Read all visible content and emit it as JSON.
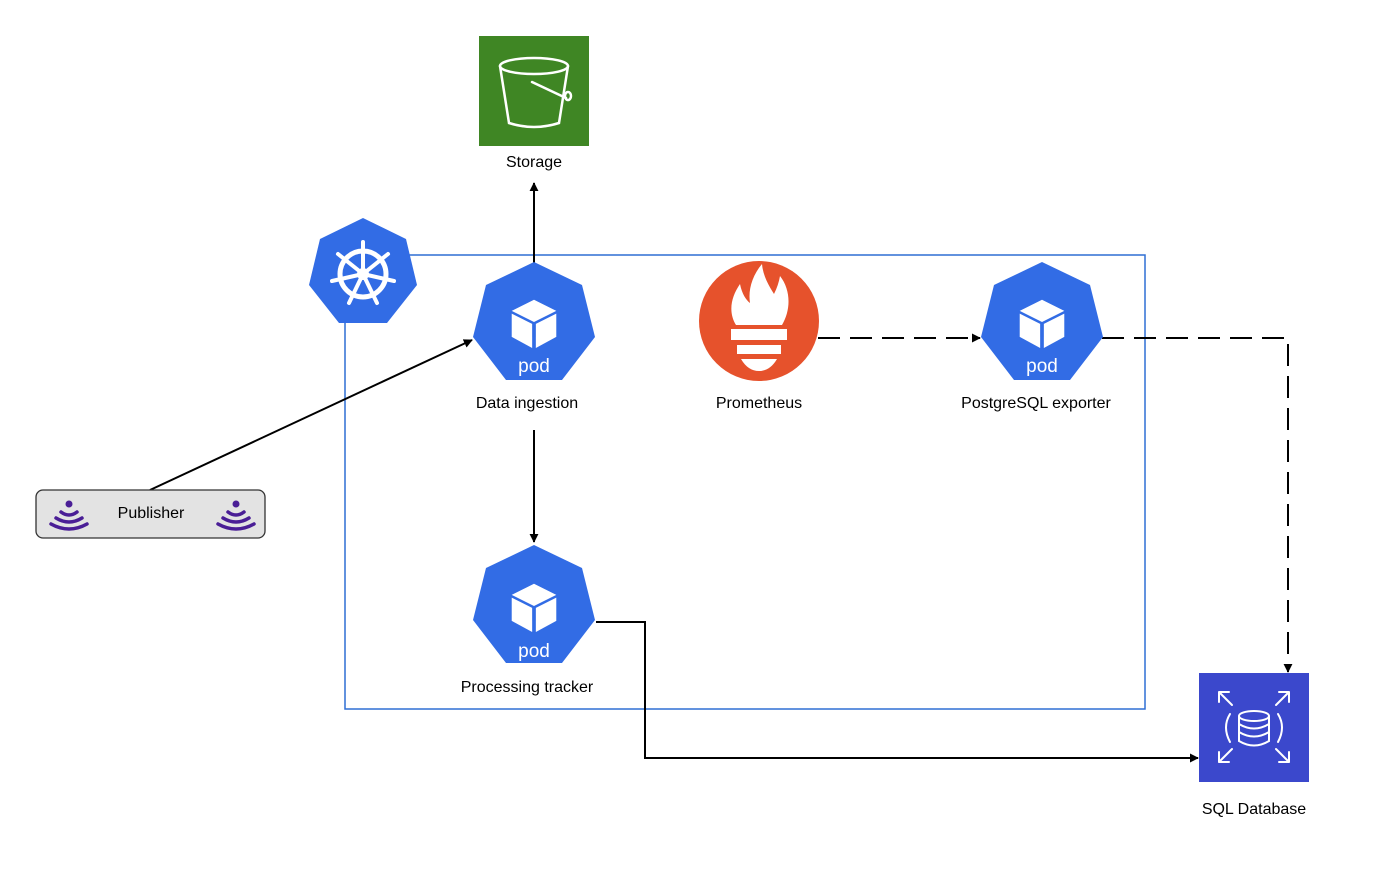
{
  "nodes": {
    "storage": {
      "label": "Storage",
      "icon": "bucket-icon",
      "color": "#3F8624"
    },
    "data_ingestion": {
      "label": "Data ingestion",
      "badge": "pod",
      "icon": "pod-cube-icon",
      "color": "#326CE5"
    },
    "prometheus": {
      "label": "Prometheus",
      "icon": "prometheus-torch-icon",
      "color": "#E6522C"
    },
    "postgresql_exporter": {
      "label": "PostgreSQL exporter",
      "badge": "pod",
      "icon": "pod-cube-icon",
      "color": "#326CE5"
    },
    "processing_tracker": {
      "label": "Processing tracker",
      "badge": "pod",
      "icon": "pod-cube-icon",
      "color": "#326CE5"
    },
    "publisher": {
      "label": "Publisher",
      "icon": "broadcast-icon",
      "color": "#4A1E96"
    },
    "sql_database": {
      "label": "SQL Database",
      "icon": "database-icon",
      "color": "#3B48CC"
    },
    "kubernetes": {
      "icon": "kubernetes-helm-icon",
      "color": "#326CE5"
    }
  },
  "cluster": {
    "border_color": "#2F6FD4"
  },
  "edges": [
    {
      "from": "publisher",
      "to": "data_ingestion",
      "style": "solid"
    },
    {
      "from": "data_ingestion",
      "to": "storage",
      "style": "solid"
    },
    {
      "from": "data_ingestion",
      "to": "processing_tracker",
      "style": "solid"
    },
    {
      "from": "processing_tracker",
      "to": "sql_database",
      "style": "solid"
    },
    {
      "from": "prometheus",
      "to": "postgresql_exporter",
      "style": "dashed"
    },
    {
      "from": "postgresql_exporter",
      "to": "sql_database",
      "style": "dashed"
    }
  ]
}
